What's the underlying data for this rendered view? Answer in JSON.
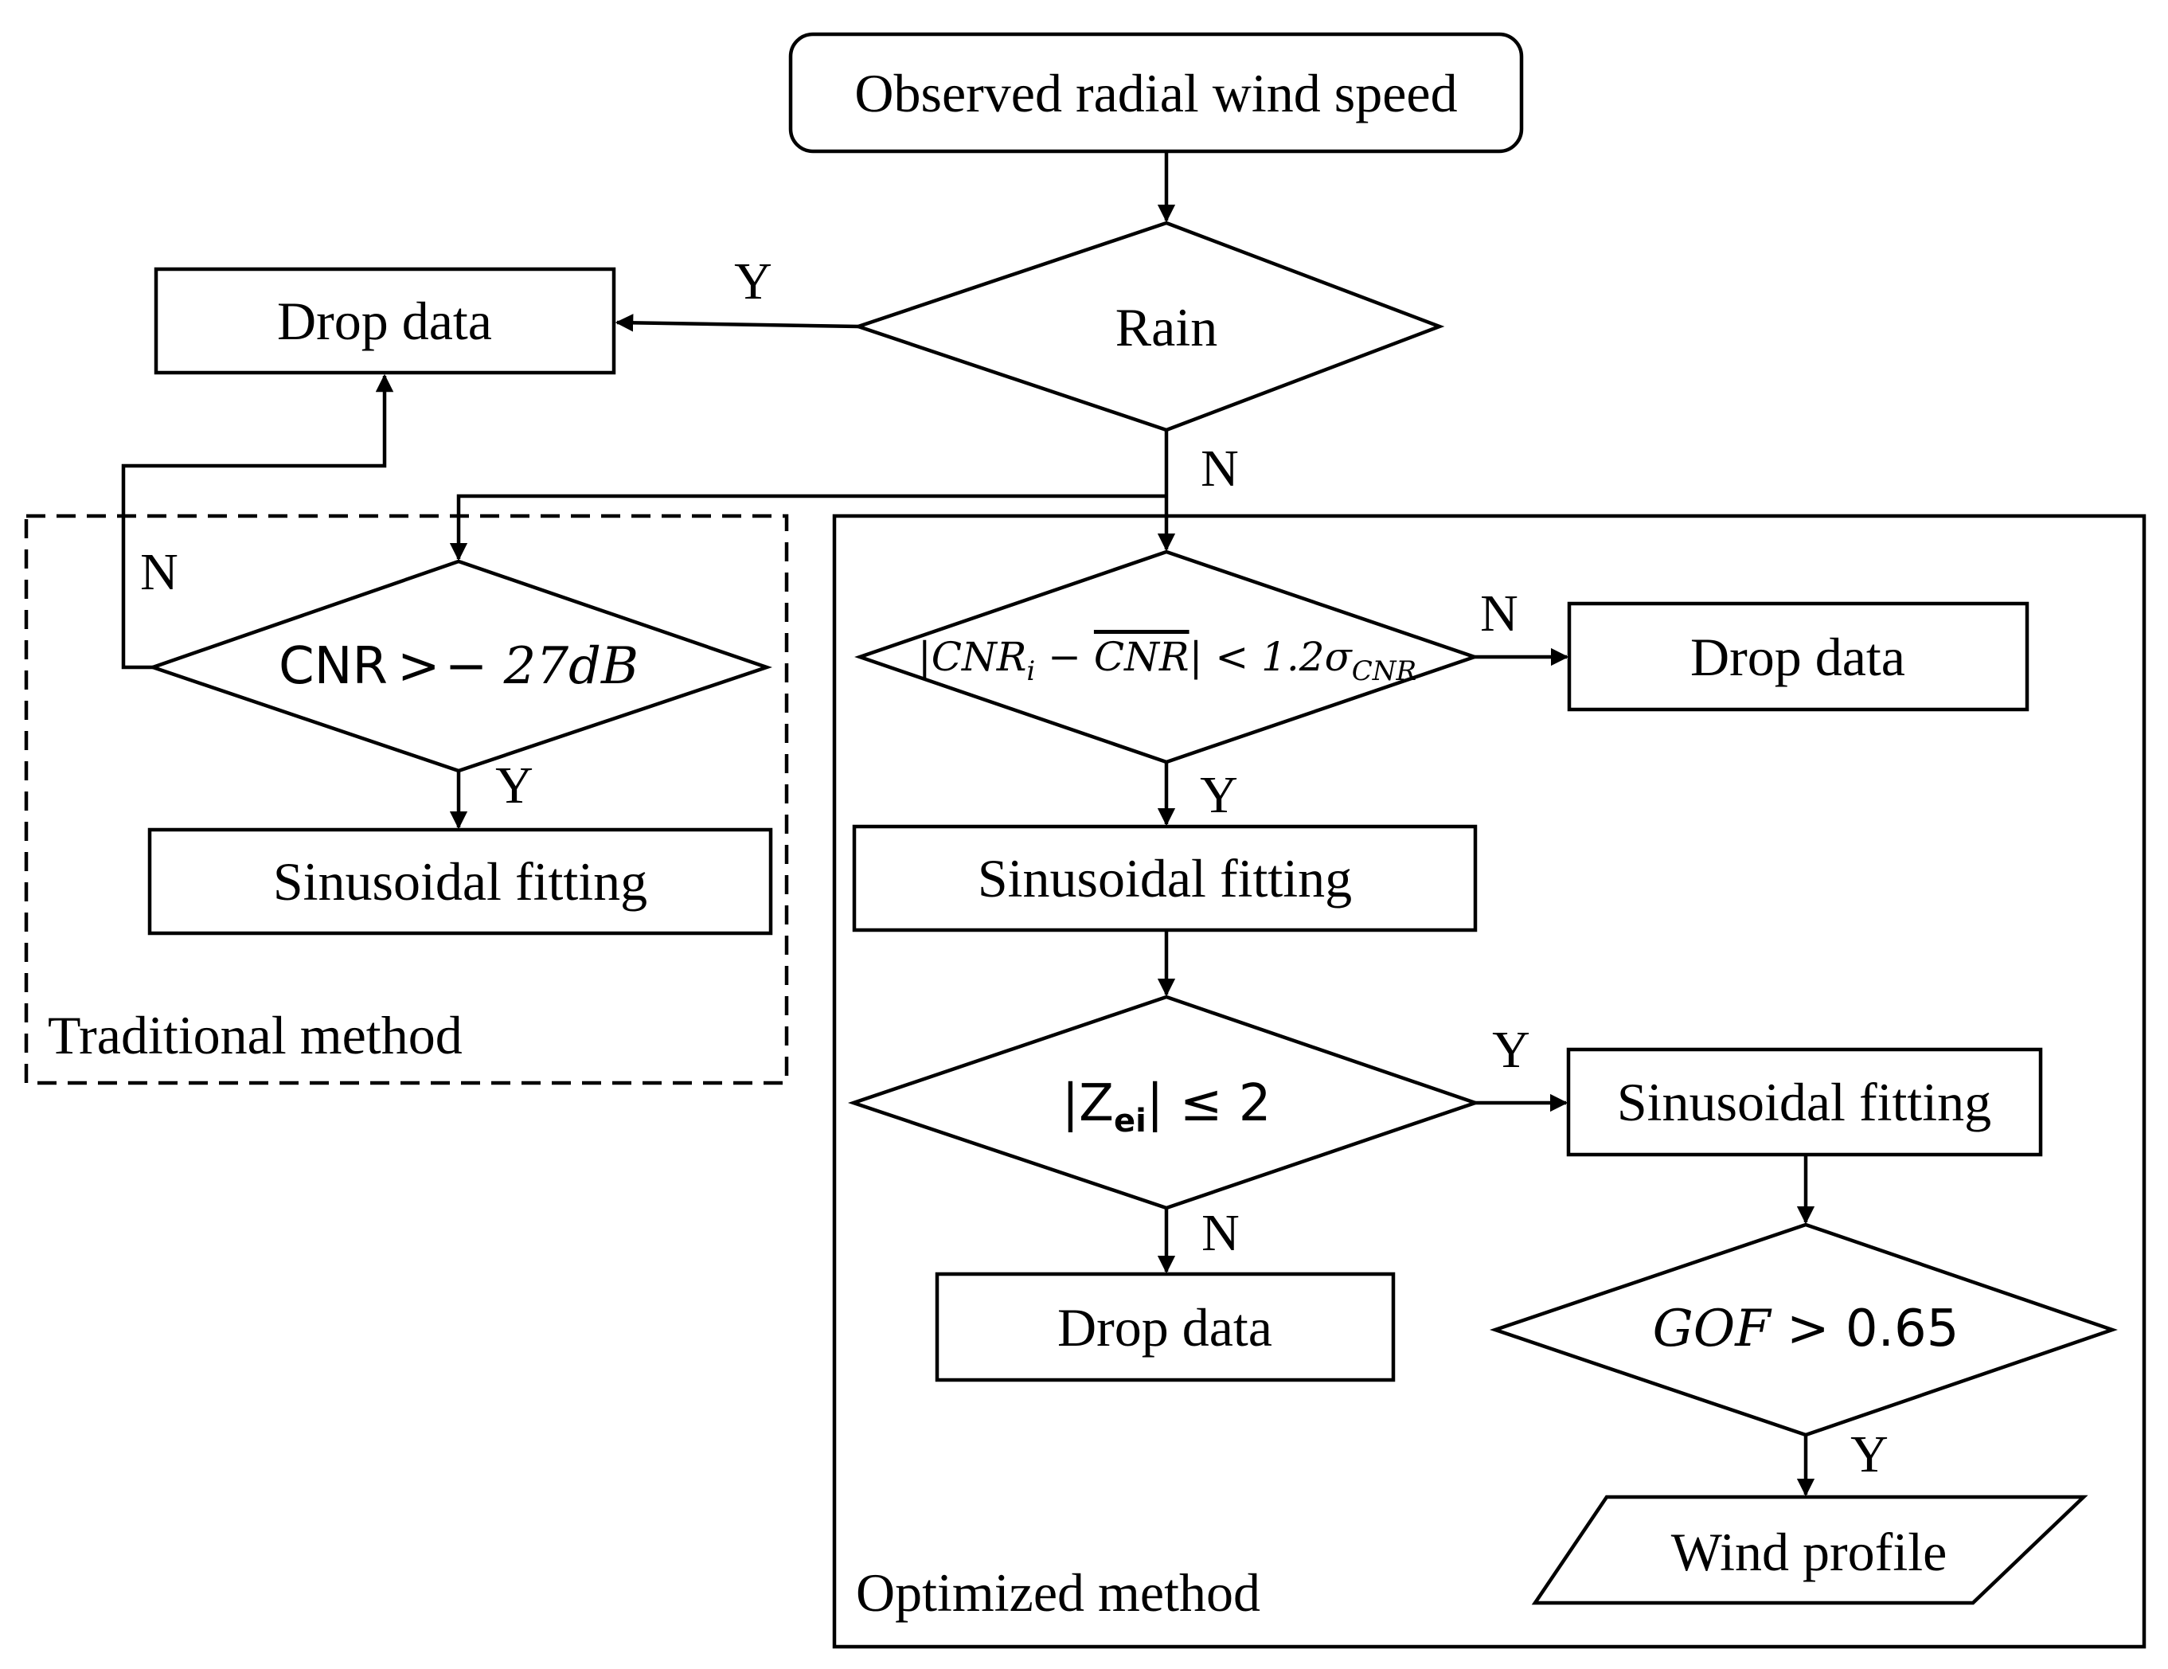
{
  "nodes": {
    "start": "Observed radial wind speed",
    "rain": "Rain",
    "drop_top": "Drop data",
    "trad_cond": {
      "a": "CNR",
      "b": ">",
      "c": "− 27",
      "d": "dB"
    },
    "trad_fit": "Sinusoidal fitting",
    "opt_cond1": {
      "a": "|CNR",
      "b": "i",
      "c": " − ",
      "d": "CNR",
      "e": "| < 1.2σ",
      "f": "CNR"
    },
    "opt_drop1": "Drop data",
    "opt_fit1": "Sinusoidal fitting",
    "opt_cond2": {
      "a": "|Z",
      "b": "ei",
      "c": "| ≤ 2"
    },
    "opt_fit2": "Sinusoidal fitting",
    "opt_drop2": "Drop data",
    "opt_cond3": {
      "a": "GOF",
      "b": " > 0.65"
    },
    "output": "Wind profile"
  },
  "edge_labels": {
    "rain_yes": "Y",
    "rain_no": "N",
    "trad_no": "N",
    "trad_yes": "Y",
    "opt1_no": "N",
    "opt1_yes": "Y",
    "opt2_yes": "Y",
    "opt2_no": "N",
    "opt3_yes": "Y"
  },
  "groups": {
    "traditional": "Traditional method",
    "optimized": "Optimized method"
  }
}
